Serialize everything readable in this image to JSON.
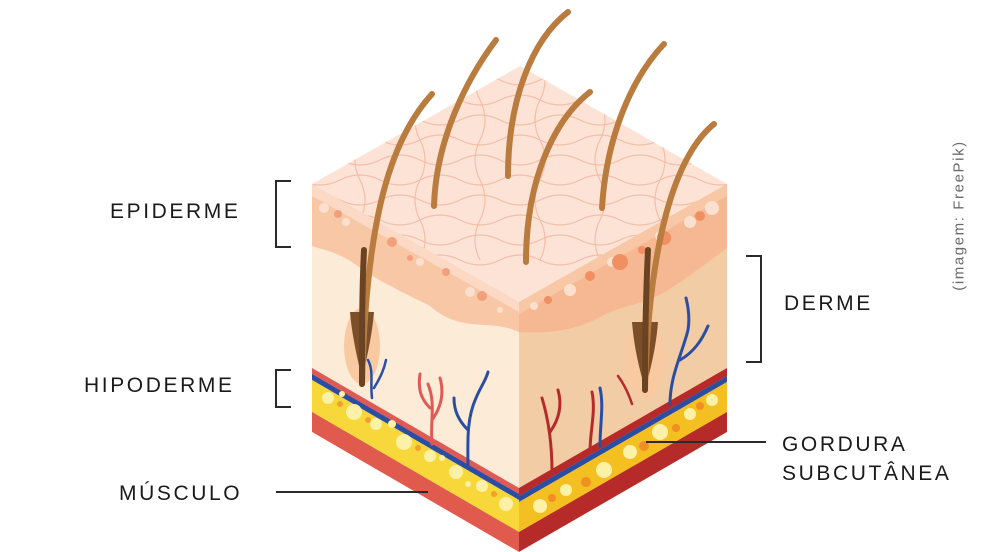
{
  "labels": {
    "epiderme": "EPIDERME",
    "derme": "DERME",
    "hipoderme": "HIPODERME",
    "musculo": "MÚSCULO",
    "gordura_line1": "GORDURA",
    "gordura_line2": "SUBCUTÂNEA"
  },
  "credit": "(imagem: FreePik)",
  "colors": {
    "top_skin": "#fde3d6",
    "epidermis": "#f8c7a6",
    "dermis_light": "#fcebd6",
    "dermis_dark": "#f2cca4",
    "fat": "#f8d73a",
    "muscle": "#e05a4e",
    "muscle_dark": "#b62a2a",
    "vein": "#2b4ea3",
    "artery": "#e05a55",
    "hair": "#b97b3e"
  }
}
